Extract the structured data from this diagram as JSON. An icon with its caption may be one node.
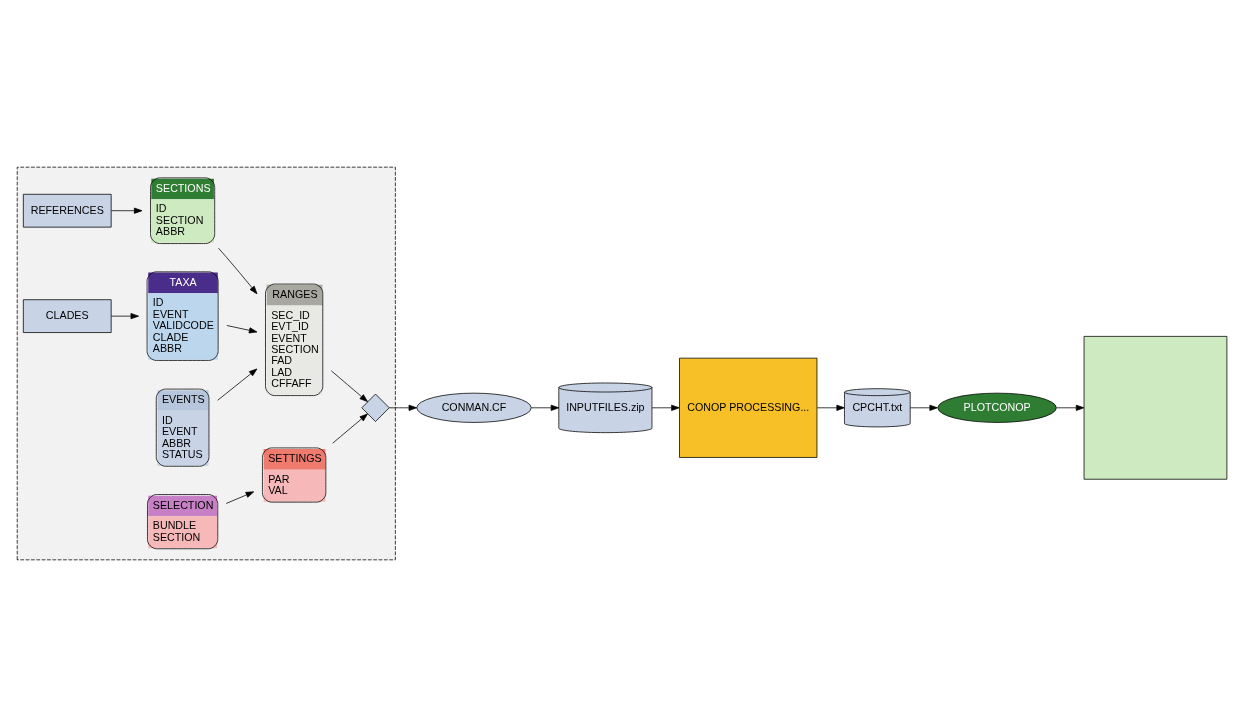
{
  "diagram": {
    "nodes": [
      {
        "text": [],
        "shape": "box"
      },
      {
        "text": [
          "REFERENCES"
        ],
        "in": 0
      },
      {
        "text": [
          "SECTIONS",
          "ID",
          "SECTION",
          "ABBR"
        ],
        "in": 0
      },
      {
        "text": [
          "TAXA",
          "ID",
          "EVENT",
          "VALIDCODE",
          "CLADE",
          "ABBR"
        ],
        "in": 0
      },
      {
        "text": [
          "CLADES"
        ],
        "in": 0
      },
      {
        "text": [
          "RANGES",
          "SEC_ID",
          "EVT_ID",
          "EVENT",
          "SECTION",
          "FAD",
          "LAD",
          "CFFAFF"
        ],
        "in": 0
      },
      {
        "text": [
          "EVENTS",
          "ID",
          "EVENT",
          "ABBR",
          "STATUS"
        ],
        "in": 0
      },
      {
        "text": [
          "SELECTION",
          "BUNDLE",
          "SECTION"
        ],
        "in": 0
      },
      {
        "text": [
          "SETTINGS",
          "PAR",
          "VAL"
        ],
        "in": 0
      },
      {
        "text": [],
        "shape": "diamond",
        "in": 0
      },
      {
        "text": [
          "CONMAN.CF"
        ]
      },
      {
        "text": [
          "INPUTFILES.zip"
        ]
      },
      {
        "text": [
          "CONOP PROCESSING..."
        ]
      },
      {
        "text": [
          "CPCHT.txt"
        ]
      },
      {
        "text": [
          "PLOTCONOP"
        ]
      },
      {
        "text": [],
        "shape": "box"
      }
    ],
    "edges": [
      {
        "from": 1,
        "to": 2,
        "arrow": "to"
      },
      {
        "from": 4,
        "to": 3,
        "arrow": "to"
      },
      {
        "from": 2,
        "to": 5,
        "arrow": "to"
      },
      {
        "from": 3,
        "to": 5,
        "arrow": "to"
      },
      {
        "from": 6,
        "to": 5,
        "arrow": "to"
      },
      {
        "from": 5,
        "to": 9,
        "arrow": "to"
      },
      {
        "from": 7,
        "to": 8,
        "arrow": "to"
      },
      {
        "from": 8,
        "to": 9,
        "arrow": "to"
      },
      {
        "from": 9,
        "to": 10,
        "arrow": "to"
      },
      {
        "from": 10,
        "to": 11,
        "arrow": "to"
      },
      {
        "from": 11,
        "to": 12,
        "arrow": "to"
      },
      {
        "from": 12,
        "to": 13,
        "arrow": "to"
      },
      {
        "from": 13,
        "to": 14,
        "arrow": "to"
      },
      {
        "from": 14,
        "to": 15,
        "arrow": "to"
      }
    ]
  }
}
